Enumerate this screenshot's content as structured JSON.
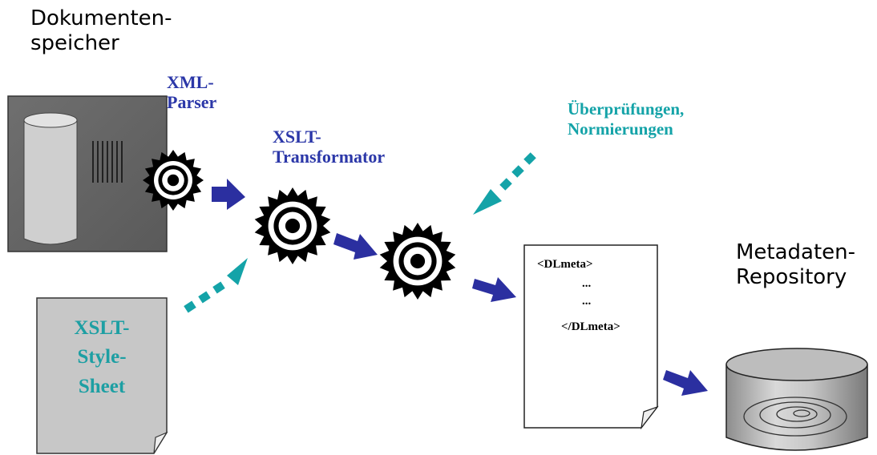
{
  "labels": {
    "storage_line1": "Dokumenten-",
    "storage_line2": "speicher",
    "parser_line1": "XML-",
    "parser_line2": "Parser",
    "transformer_line1": "XSLT-",
    "transformer_line2": "Transformator",
    "checks_line1": "Überprüfungen,",
    "checks_line2": "Normierungen",
    "repository_line1": "Metadaten-",
    "repository_line2": "Repository"
  },
  "stylesheet": {
    "line1": "XSLT-",
    "line2": "Style-",
    "line3": "Sheet"
  },
  "document": {
    "open_tag": "<DLmeta>",
    "dots1": "...",
    "dots2": "...",
    "close_tag": "</DLmeta>"
  },
  "colors": {
    "solid_arrow": "#2b2fa0",
    "dotted_arrow": "#14a3a8",
    "blue_text": "#2b37a8",
    "teal_text": "#14a3a8"
  }
}
